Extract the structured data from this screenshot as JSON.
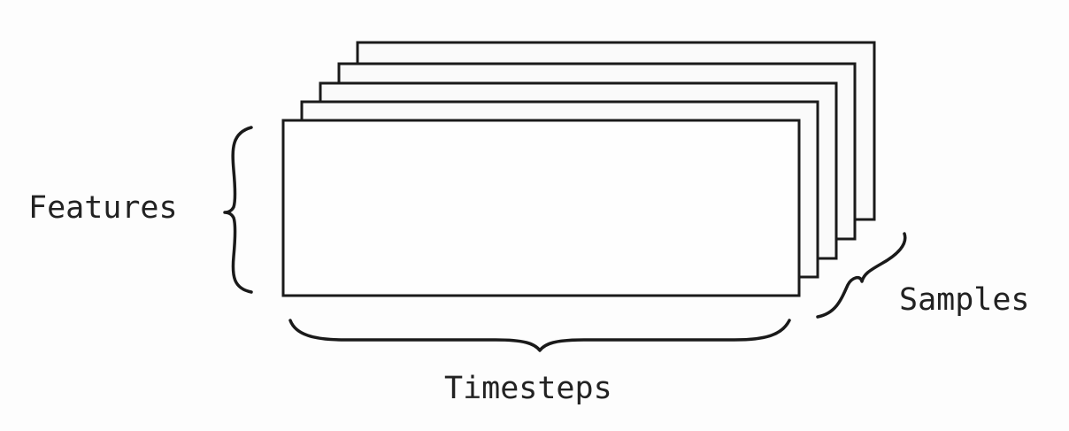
{
  "labels": {
    "features": "Features",
    "samples": "Samples",
    "timesteps": "Timesteps"
  },
  "colors": {
    "background": "#fdfdfd",
    "stroke": "#1a1a1a",
    "sheet_fill": "#fafafa",
    "text": "#222222"
  }
}
